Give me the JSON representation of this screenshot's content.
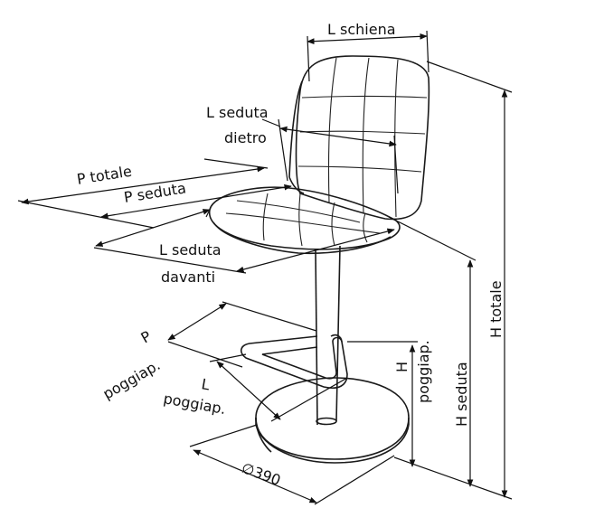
{
  "labels": {
    "l_schiena": "L schiena",
    "l_seduta_dietro_1": "L seduta",
    "l_seduta_dietro_2": "dietro",
    "p_totale": "P totale",
    "p_seduta": "P seduta",
    "l_seduta_davanti_1": "L seduta",
    "l_seduta_davanti_2": "davanti",
    "p_poggiap_1": "P",
    "p_poggiap_2": "poggiap.",
    "l_poggiap_1": "L",
    "l_poggiap_2": "poggiap.",
    "diameter": "∅390",
    "h_poggiap_1": "H",
    "h_poggiap_2": "poggiap.",
    "h_seduta": "H seduta",
    "h_totale": "H totale"
  },
  "colors": {
    "line": "#111111",
    "background": "#ffffff"
  }
}
